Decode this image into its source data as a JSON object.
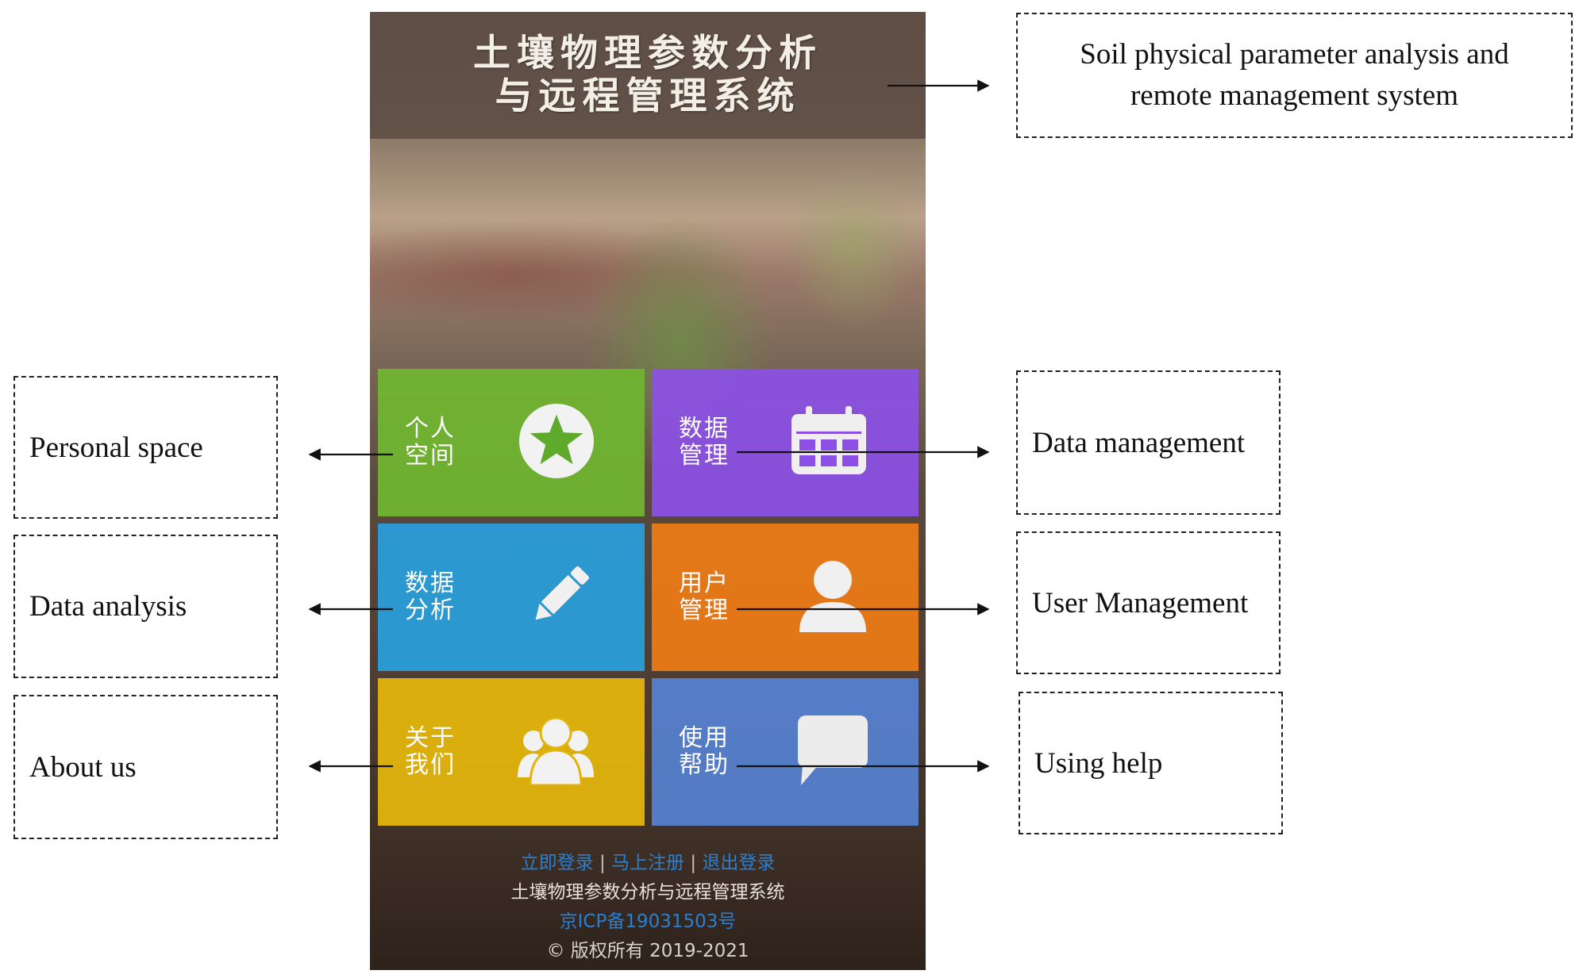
{
  "app": {
    "title_line1": "土壤物理参数分析",
    "title_line2": "与远程管理系统"
  },
  "tiles": [
    {
      "label": "个人空间",
      "icon": "star-icon"
    },
    {
      "label": "数据管理",
      "icon": "calendar-icon"
    },
    {
      "label": "数据分析",
      "icon": "pencil-icon"
    },
    {
      "label": "用户管理",
      "icon": "user-icon"
    },
    {
      "label": "关于我们",
      "icon": "group-icon"
    },
    {
      "label": "使用帮助",
      "icon": "chat-icon"
    }
  ],
  "footer": {
    "login_link": "立即登录",
    "register_link": "马上注册",
    "logout_link": "退出登录",
    "separator": "|",
    "system_name": "土壤物理参数分析与远程管理系统",
    "icp": "京ICP备19031503号",
    "copyright": "© 版权所有 2019-2021"
  },
  "callouts": {
    "title_line1": "Soil physical parameter analysis and",
    "title_line2": "remote management system",
    "personal_space": "Personal space",
    "data_analysis": "Data analysis",
    "about_us": "About us",
    "data_management": "Data management",
    "user_management": "User Management",
    "using_help": "Using help"
  },
  "colors": {
    "tile_green": "#70b630",
    "tile_purple": "#8c50e6",
    "tile_blue": "#28a0dc",
    "tile_orange": "#ee7c16",
    "tile_yellow": "#e2b40c",
    "tile_steel": "#5682d2",
    "link_blue": "#2a7fd0"
  }
}
